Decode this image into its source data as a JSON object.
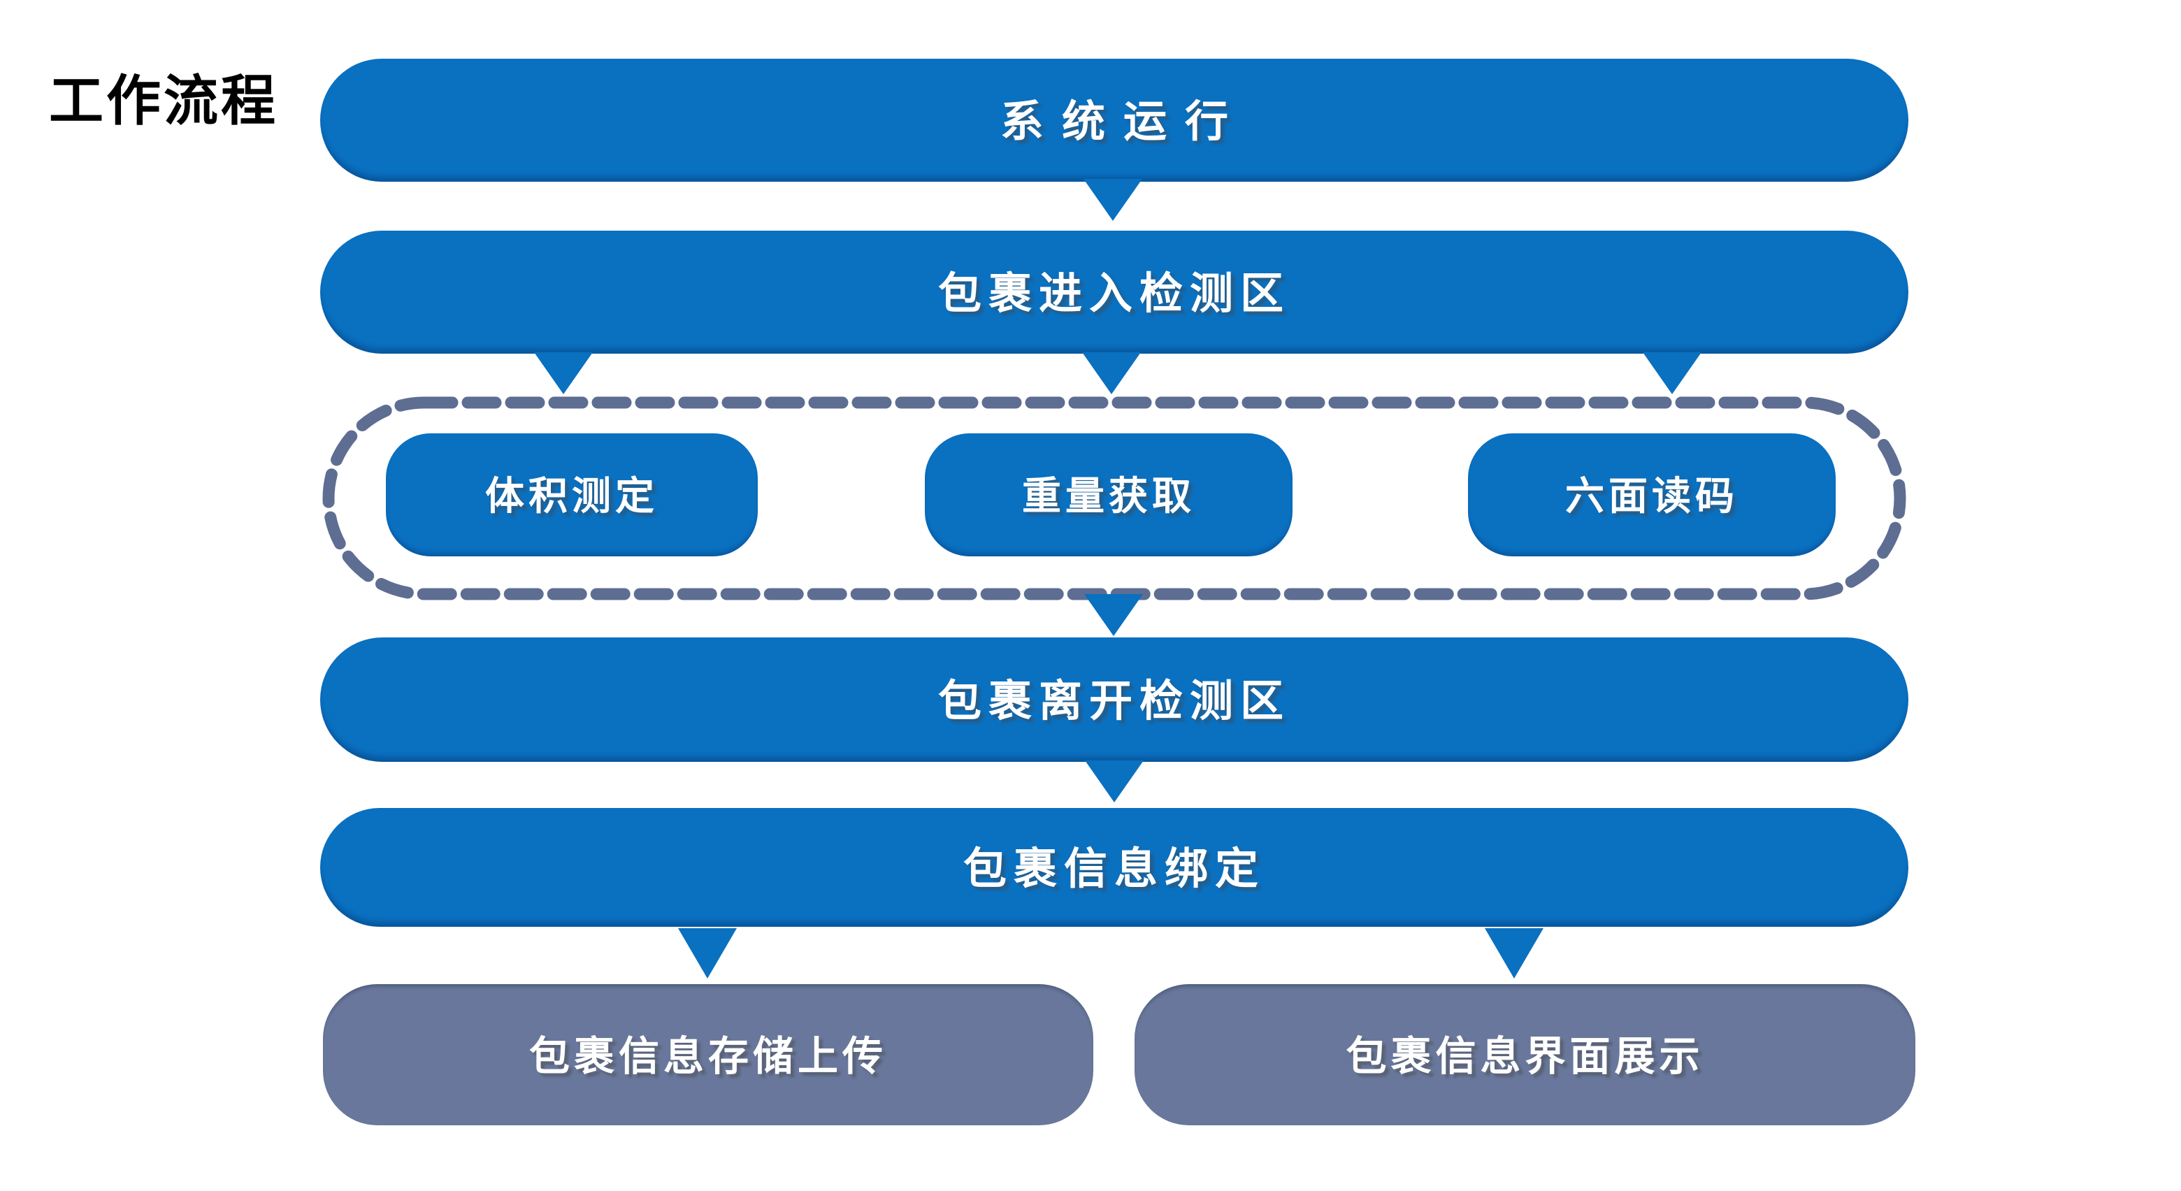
{
  "page": {
    "title": "工作流程"
  },
  "colors": {
    "primary_blue": "#0A70C0",
    "slate_gray_box": "#68779B",
    "dashed_border": "#5E6D92",
    "title_text": "#000000",
    "box_text": "#FFFFFF",
    "background": "#FFFFFF"
  },
  "flow": {
    "step1": "系统运行",
    "step2": "包裹进入检测区",
    "parallel_group": [
      {
        "label": "体积测定"
      },
      {
        "label": "重量获取"
      },
      {
        "label": "六面读码"
      }
    ],
    "step3": "包裹离开检测区",
    "step4": "包裹信息绑定",
    "outputs": [
      {
        "label": "包裹信息存储上传"
      },
      {
        "label": "包裹信息界面展示"
      }
    ]
  }
}
